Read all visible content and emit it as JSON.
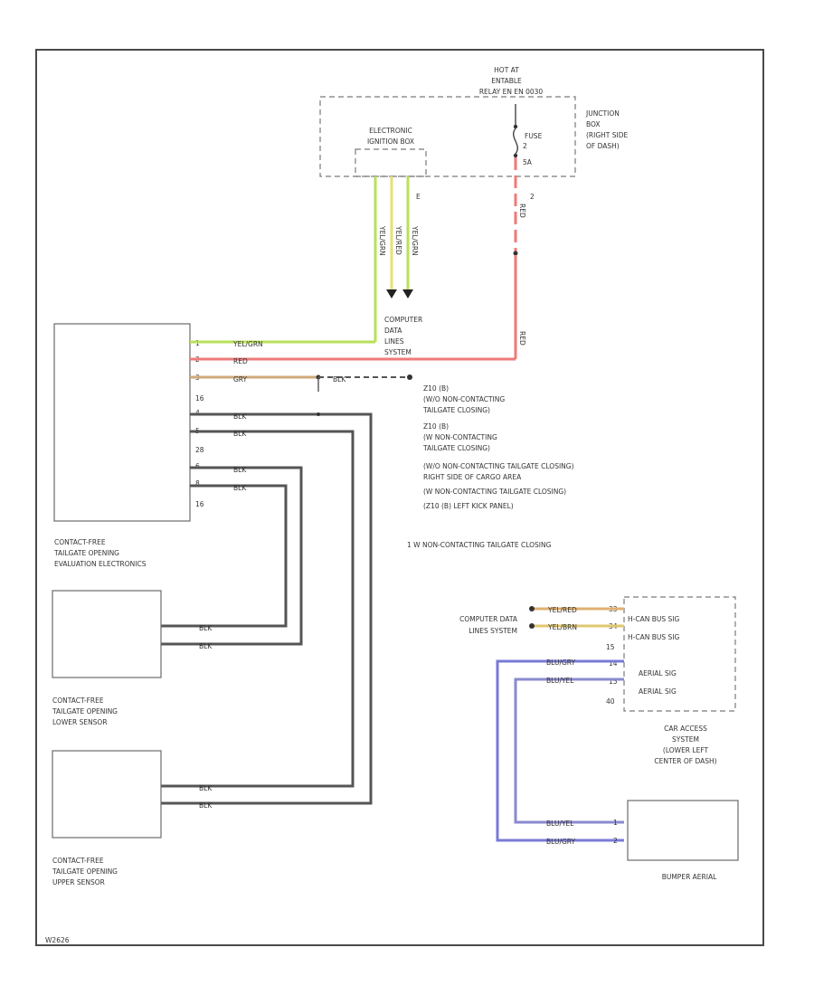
{
  "frame_code": "W2626",
  "top": {
    "hot_at": "HOT AT",
    "hot_when": "ENTABLE",
    "hot_relay": "RELAY EN EN 0030"
  },
  "junction_box": {
    "title": [
      "ELECTRONIC",
      "IGNITION BOX"
    ],
    "fuse_label": "FUSE",
    "fuse_num": "2",
    "fuse_rating": "5A",
    "location": [
      "JUNCTION",
      "BOX",
      "(RIGHT SIDE",
      "OF DASH)"
    ],
    "conn_left": "E",
    "conn_right": "2"
  },
  "wire_labels": {
    "yel_grn_a": "YEL/GRN",
    "yel_red_b": "YEL/RED",
    "yel_grn_c": "YEL/GRN",
    "red_top": "RED",
    "red_bottom": "RED",
    "yel_grn_main": "YEL/GRN",
    "red_main": "RED",
    "gry_main": "GRY",
    "blk_main": "BLK",
    "blk_1": "BLK",
    "blk_2": "BLK",
    "blk_3": "BLK",
    "blk_4": "BLK",
    "blk_lower_a": "BLK",
    "blk_lower_b": "BLK",
    "blk_upper_a": "BLK",
    "blk_upper_b": "BLK",
    "can_a": "YEL/RED",
    "can_b": "YEL/BRN",
    "blu_a": "BLU/GRY",
    "blu_b": "BLU/YEL",
    "blu_c": "BLU/YEL",
    "blu_d": "BLU/GRY"
  },
  "computer_data": [
    "COMPUTER",
    "DATA",
    "LINES",
    "SYSTEM"
  ],
  "computer_data_2": [
    "COMPUTER DATA",
    "LINES SYSTEM"
  ],
  "eval_box": {
    "pins": [
      "1",
      "2",
      "3",
      "4",
      "5",
      "6",
      "8"
    ],
    "conn_a": "16",
    "conn_b": "28",
    "conn_c": "16",
    "label": [
      "CONTACT-FREE",
      "TAILGATE OPENING",
      "EVALUATION ELECTRONICS"
    ]
  },
  "ground_notes": [
    "Z10 (B)",
    "(W/O NON-CONTACTING",
    "TAILGATE CLOSING)",
    "Z10 (B)",
    "(W NON-CONTACTING",
    "TAILGATE CLOSING)",
    "(W/O NON-CONTACTING TAILGATE CLOSING)",
    "RIGHT SIDE OF CARGO AREA",
    "(W NON-CONTACTING TAILGATE CLOSING)",
    "(Z10 (B) LEFT KICK PANEL)"
  ],
  "footnote": "1   W NON-CONTACTING TAILGATE CLOSING",
  "lower_sensor": [
    "CONTACT-FREE",
    "TAILGATE OPENING",
    "LOWER SENSOR"
  ],
  "upper_sensor": [
    "CONTACT-FREE",
    "TAILGATE OPENING",
    "UPPER SENSOR"
  ],
  "car_access": {
    "pins": [
      "H-CAN BUS SIG",
      "H-CAN BUS SIG",
      "AERIAL SIG",
      "AERIAL SIG"
    ],
    "pin_nums": [
      "33",
      "34",
      "14",
      "15"
    ],
    "conn_a": "15",
    "conn_b": "40",
    "label": [
      "CAR ACCESS",
      "SYSTEM",
      "(LOWER LEFT",
      "CENTER OF DASH)"
    ]
  },
  "bumper": {
    "pin_a": "1",
    "pin_b": "2",
    "label": "BUMPER AERIAL"
  },
  "colors": {
    "yellow_green": "#b9e05a",
    "red": "#ef7a7a",
    "gray_tan": "#cfa97a",
    "black_wire": "#555555",
    "blue": "#7a7ad8"
  }
}
